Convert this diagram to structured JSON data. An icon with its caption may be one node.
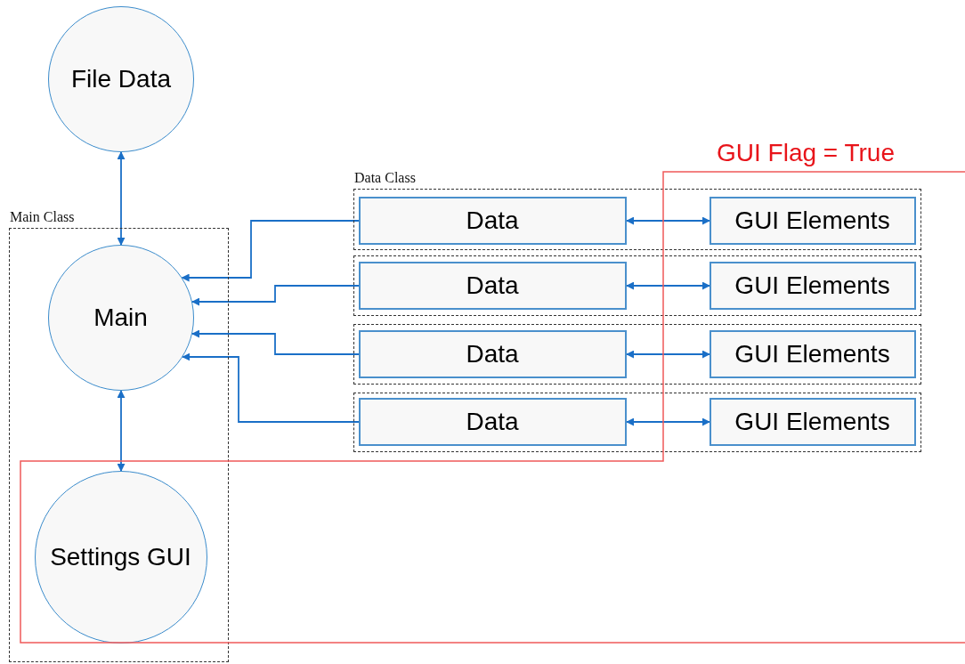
{
  "diagram": {
    "nodes": [
      {
        "text": [
          "File Data"
        ]
      },
      {
        "text": [
          "Main Class"
        ]
      },
      {
        "text": [
          "Main"
        ],
        "in": 1
      },
      {
        "text": [
          "Settings GUI"
        ],
        "in": 1
      },
      {
        "text": [
          "Data Class"
        ]
      },
      {
        "text": [
          "Data"
        ],
        "in": 4
      },
      {
        "text": [
          "GUI Elements"
        ],
        "in": 4
      },
      {
        "text": [],
        "shape": "box"
      },
      {
        "text": [
          "Data"
        ],
        "in": 7
      },
      {
        "text": [
          "GUI Elements"
        ],
        "in": 7
      },
      {
        "text": [],
        "shape": "box"
      },
      {
        "text": [
          "Data"
        ],
        "in": 10
      },
      {
        "text": [
          "GUI Elements"
        ],
        "in": 10
      },
      {
        "text": [],
        "shape": "box"
      },
      {
        "text": [
          "Data"
        ],
        "in": 13
      },
      {
        "text": [
          "GUI Elements"
        ],
        "in": 13
      }
    ],
    "edges": [
      {
        "from": 0,
        "to": 2,
        "arrow": "both"
      },
      {
        "from": 2,
        "to": 3,
        "arrow": "both"
      },
      {
        "from": 5,
        "to": 2,
        "arrow": "to"
      },
      {
        "from": 8,
        "to": 2,
        "arrow": "to"
      },
      {
        "from": 11,
        "to": 2,
        "arrow": "to"
      },
      {
        "from": 14,
        "to": 2,
        "arrow": "to"
      },
      {
        "from": 5,
        "to": 6,
        "arrow": "both"
      },
      {
        "from": 8,
        "to": 9,
        "arrow": "both"
      },
      {
        "from": 11,
        "to": 12,
        "arrow": "both"
      },
      {
        "from": 14,
        "to": 15,
        "arrow": "both"
      }
    ],
    "labels": [
      "GUI Flag = True"
    ]
  }
}
